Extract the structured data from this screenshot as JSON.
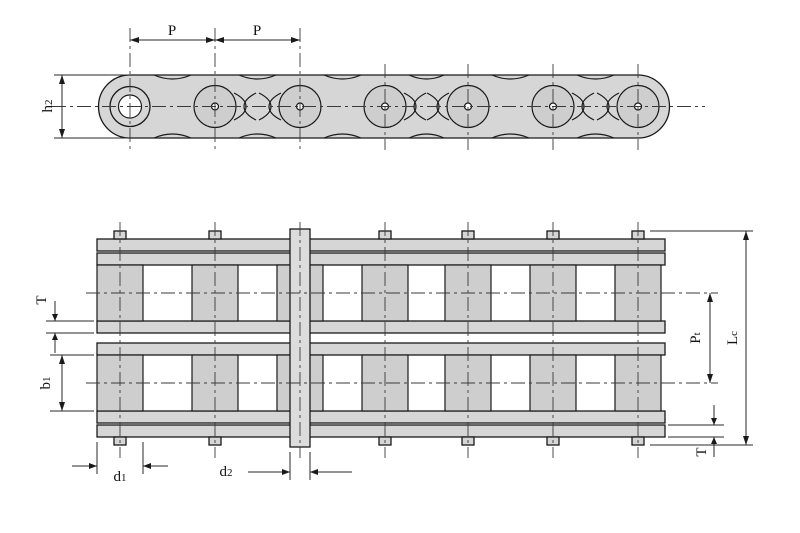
{
  "figure": {
    "colors": {
      "plate_fill": "#d6d6d6",
      "line": "#1a1a1a",
      "background": "#ffffff"
    }
  },
  "labels": {
    "pitch_1": {
      "main": "P",
      "sub": ""
    },
    "pitch_2": {
      "main": "P",
      "sub": ""
    },
    "plate_height": {
      "main": "h",
      "sub": "2"
    },
    "plate_thickness_left": {
      "main": "T",
      "sub": ""
    },
    "inner_width": {
      "main": "b",
      "sub": "1"
    },
    "roller_diameter": {
      "main": "d",
      "sub": "1"
    },
    "pin_diameter": {
      "main": "d",
      "sub": "2"
    },
    "transverse_pitch": {
      "main": "P",
      "sub": "t"
    },
    "pin_length": {
      "main": "L",
      "sub": "c"
    },
    "plate_thickness_right": {
      "main": "T",
      "sub": ""
    }
  }
}
